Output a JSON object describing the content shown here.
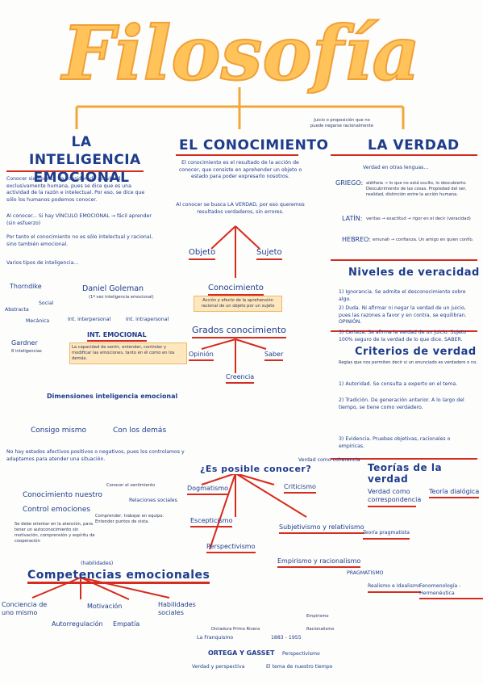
{
  "title": "Filosofía",
  "sections": {
    "inteligencia": {
      "heading": "LA INTELIGENCIA EMOCIONAL",
      "heading_line1": "LA INTELIGENCIA",
      "heading_line2": "EMOCIONAL",
      "intro": "Conocer siempre se ha considerado actividad exclusivamente humana, pues se dice que es una actividad de la razón e intelectual. Por eso, se dice que sólo los humanos podemos conocer.",
      "bullet1": "Al conocer... Si hay VÍNCULO EMOCIONAL → fácil aprender (sin esfuerzo)",
      "bullet2": "Por tanto el conocimiento no es sólo intelectual y racional, sino también emocional.",
      "bullet3": "Varios tipos de inteligencia...",
      "thorndike": "Thorndike",
      "abstracta": "Abstracta",
      "social": "Social",
      "mecanica": "Mecánica",
      "gardner": "Gardner",
      "gardner_sub": "8 inteligencias",
      "goleman": "Daniel Goleman",
      "goleman_sub": "(1ª vez inteligencia emocional)",
      "inter": "Int. interpersonal",
      "intra": "Int. intrapersonal",
      "int_emocional": "INT. EMOCIONAL",
      "int_emocional_desc": "La capacidad de sentir, entender, controlar y modificar las emociones, tanto en él como en los demás.",
      "dimensiones": "Dimensiones inteligencia emocional",
      "consigo": "Consigo mismo",
      "con_demas": "Con los demás",
      "estados": "No hay estados afectivos positivos o negativos, pues los controlamos y adaptamos para atender una situación.",
      "conocimiento_nuestro": "Conocimiento nuestro",
      "control_emociones": "Control emociones",
      "conocimiento_nuestro_desc": "Se debe orientar en la atención, para tener un autoconocimiento sin motivación, comprensión y espíritu de cooperación",
      "empatia_box": "Conocer el sentimiento",
      "relaciones": "Relaciones sociales",
      "comprender": "Comprender, trabajar en equipo. Entender puntos de vista.",
      "habilidades_tag": "(habilidades)",
      "competencias": "Competencias emocionales",
      "comp_items": [
        "Conciencia de uno mismo",
        "Autorregulación",
        "Motivación",
        "Empatía",
        "Habilidades sociales"
      ]
    },
    "conocimiento": {
      "heading": "EL CONOCIMIENTO",
      "intro": "El conocimiento es el resultado de la acción de conocer, que consiste en aprehender un objeto o estado para poder expresarlo nosotros.",
      "busca": "Al conocer se busca LA VERDAD, por eso queremos resultados verdaderos, sin errores.",
      "objeto": "Objeto",
      "sujeto": "Sujeto",
      "conocimiento_box": "Conocimiento",
      "conocimiento_desc": "Acción y efecto de la aprehensión racional de un objeto por un sujeto",
      "grados": "Grados conocimiento",
      "opinion": "Opinión",
      "saber": "Saber",
      "creencia": "Creencia",
      "posible": "¿Es posible conocer?",
      "dogmatismo": "Dogmatismo",
      "escepticismo": "Escepticismo",
      "perspectivismo": "Perspectivismo",
      "criticismo": "Criticismo",
      "subjetivismo": "Subjetivismo y relativismo",
      "empirismo": "Empirismo y racionalismo",
      "ortega": "ORTEGA Y GASSET",
      "perspectivismo2": "Perspectivismo",
      "dictadura": "Dictadura Primo Rivera",
      "franquismo": "La Franquismo",
      "years": "1883 - 1955",
      "verdad_persp": "Verdad y perspectiva",
      "tema": "El tema de nuestro tiempo"
    },
    "verdad": {
      "heading": "LA VERDAD",
      "juicio": "Juicio o proposición que no puede negarse racionalmente",
      "otras_lenguas": "Verdad en otras lenguas...",
      "griego_label": "GRIEGO:",
      "griego": "alétheia → lo que no está oculto, lo descubierto. Descubrimiento de las cosas. Propiedad del ser, realidad, distinción entre la acción humana.",
      "latin_label": "LATÍN:",
      "latin": "veritas → exactitud → rigor en el decir (veracidad)",
      "hebreo_label": "HEBREO:",
      "hebreo": "emunah → confianza. Un amigo en quien confío.",
      "niveles": "Niveles de veracidad",
      "n1": "1) Ignorancia. Se admite el desconocimiento sobre algo.",
      "n2": "2) Duda. Ni afirmar ni negar la verdad de un juicio, pues las razones a favor y en contra, se equilibran. OPINIÓN.",
      "n3": "3) Certeza. Se afirma la verdad de un juicio. Sujeto 100% seguro de la verdad de lo que dice. SABER.",
      "criterios": "Criterios de verdad",
      "criterios_desc": "Reglas que nos permiten decir si un enunciado es verdadero o no.",
      "c1": "1) Autoridad. Se consulta a experto en el tema.",
      "c2": "2) Tradición. De generación anterior. A lo largo del tiempo, se tiene como verdadero.",
      "c3": "3) Evidencia. Pruebas objetivas, racionales o empíricas.",
      "teorias": "Teorías de la verdad",
      "correspondencia": "Verdad como correspondencia",
      "coherencia": "Verdad como coherencia",
      "dialogica": "Teoría dialógica",
      "pragmatista": "Teoría pragmatista",
      "realismo": "Realismo e Idealismo",
      "fenomenologia": "Fenomenología - Hermenéutica",
      "pragmatismo": "PRAGMATISMO",
      "racionalismo": "Racionalismo",
      "empirismo": "Empirismo"
    }
  }
}
